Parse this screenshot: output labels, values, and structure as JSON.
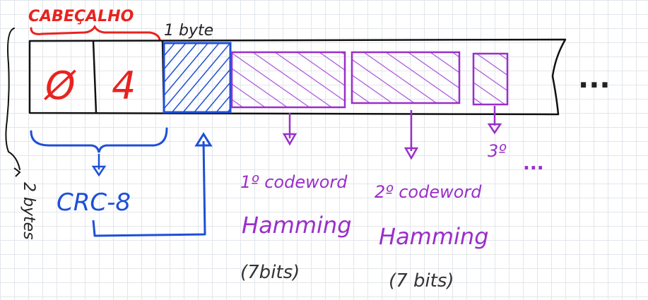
{
  "colors": {
    "header": "#e8231f",
    "crc": "#1d4fd8",
    "hamming": "#9a2fc9",
    "ink": "#111111"
  },
  "labels": {
    "header_title": "CABEÇALHO",
    "one_byte": "1 byte",
    "two_bytes": "2 bytes",
    "cell1": "Ø",
    "cell2": "4",
    "crc": "CRC-8",
    "codeword1_line1": "1º codeword",
    "codeword1_line2": "Hamming",
    "codeword1_line3": "(7bits)",
    "codeword2_line1": "2º codeword",
    "codeword2_line2": "Hamming",
    "codeword2_line3": "(7 bits)",
    "codeword3": "3º",
    "ellipsis_small": "...",
    "ellipsis_big": "..."
  }
}
